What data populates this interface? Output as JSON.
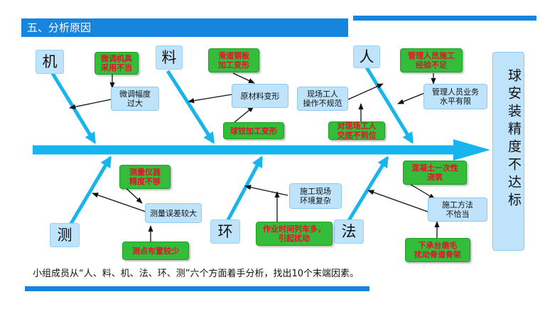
{
  "title": "五、分析原因",
  "effect": "球安装精度不达标",
  "categories": {
    "ji": "机",
    "liao": "料",
    "ren": "人",
    "ce": "测",
    "huan": "环",
    "fa": "法"
  },
  "causes": {
    "ji_minor": "微调机具\n采用不当",
    "ji_main": "微调幅度\n过大",
    "liao_minor": "滑道钢板\n加工变形",
    "liao_main": "原材料变形",
    "liao_minor2": "球铰加工变形",
    "ren_main": "现场工人\n操作不规范",
    "ren_minor2": "对现场工人\n交底不到位",
    "ren_minor": "管理人员施工\n经验不足",
    "ren_main2": "管理人员业务\n水平有限",
    "ce_minor": "测量仪器\n精度不够",
    "ce_main": "测量误差较大",
    "ce_minor2": "测点布置较少",
    "huan_main": "施工现场\n环境复杂",
    "huan_minor": "作业时间列车多，\n引起扰动",
    "fa_minor": "混凝土一次性\n浇筑",
    "fa_main": "施工方法\n不恰当",
    "fa_minor2": "下承台凿毛\n扰动骨道骨架"
  },
  "summary": "小组成员从“人、料、机、法、环、测”六个方面着手分析，找出10个末端因素。",
  "colors": {
    "accent": "#1585e0",
    "arrow": "#18b4ee",
    "node_blue": "#bfe3fb",
    "node_green": "#33bd3a",
    "text_red": "#e8102a"
  }
}
